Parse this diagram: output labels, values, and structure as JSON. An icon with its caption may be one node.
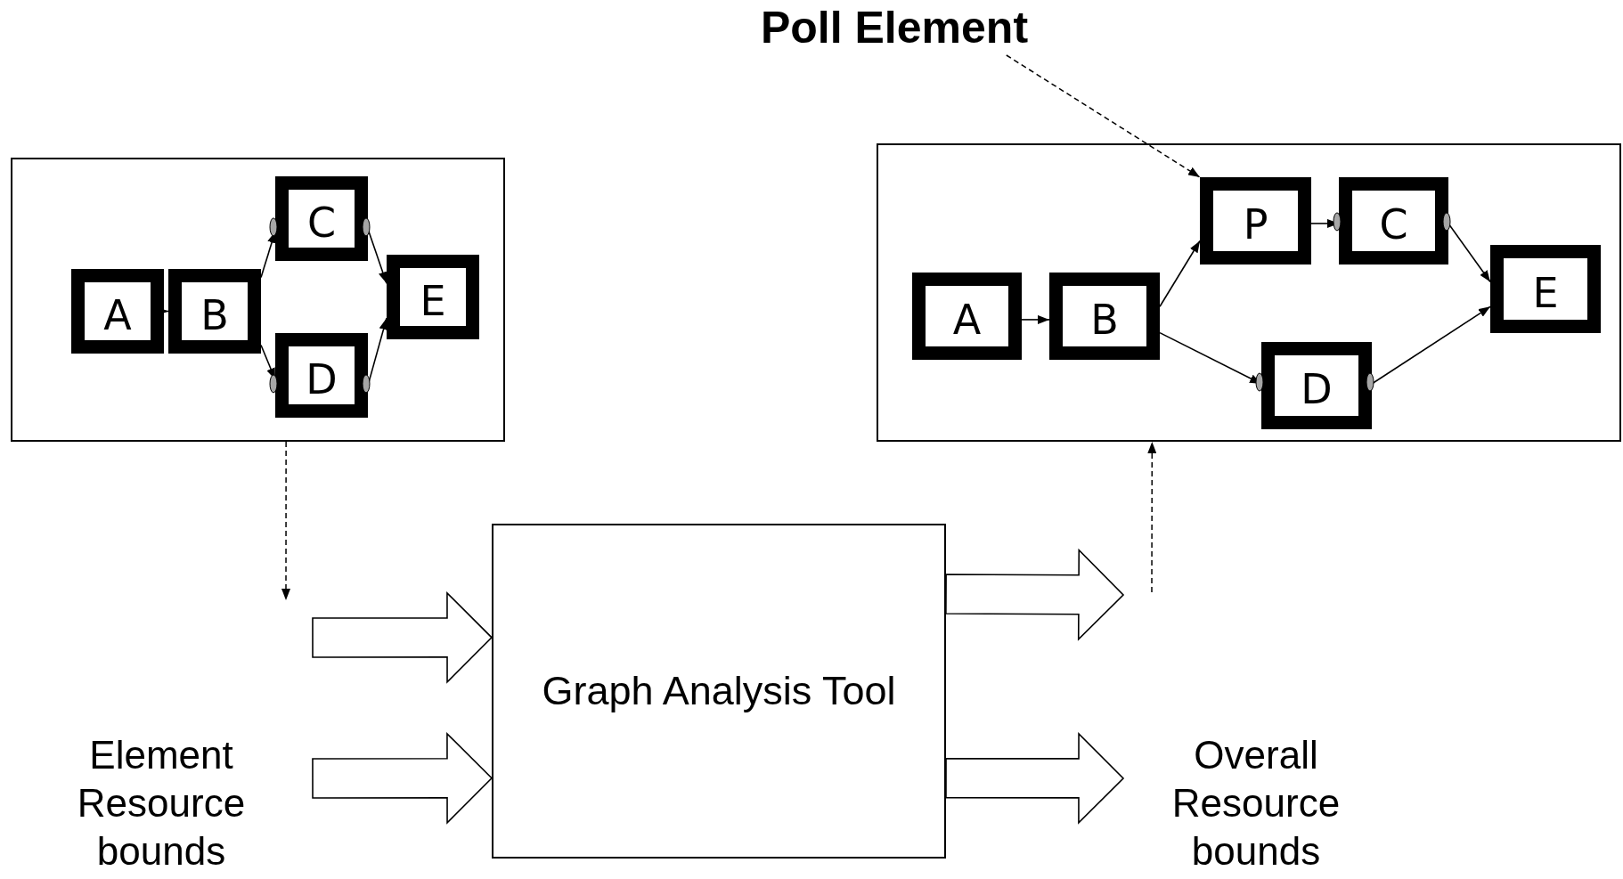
{
  "diagram": {
    "nodes": [
      {
        "text": [
          "Poll Element"
        ]
      },
      {
        "text": [],
        "shape": "box"
      },
      {
        "text": [
          "A"
        ],
        "in": 1
      },
      {
        "text": [
          "B"
        ],
        "in": 1
      },
      {
        "text": [
          "C"
        ],
        "in": 1
      },
      {
        "text": [
          "D"
        ],
        "in": 1
      },
      {
        "text": [
          "E"
        ],
        "in": 1
      },
      {
        "text": [],
        "shape": "box"
      },
      {
        "text": [
          "A"
        ],
        "in": 7
      },
      {
        "text": [
          "B"
        ],
        "in": 7
      },
      {
        "text": [
          "P"
        ],
        "in": 7
      },
      {
        "text": [
          "C"
        ],
        "in": 7
      },
      {
        "text": [
          "D"
        ],
        "in": 7
      },
      {
        "text": [
          "E"
        ],
        "in": 7
      },
      {
        "text": [
          "Graph Analysis Tool"
        ]
      },
      {
        "text": [
          "Element Resource bounds"
        ]
      },
      {
        "text": [
          "Overall Resource bounds"
        ]
      }
    ],
    "edges": [
      {
        "from": 0,
        "to": 10,
        "arrow": "to",
        "style": "dashed"
      },
      {
        "from": 2,
        "to": 3,
        "arrow": "to"
      },
      {
        "from": 3,
        "to": 4,
        "arrow": "to"
      },
      {
        "from": 3,
        "to": 5,
        "arrow": "to"
      },
      {
        "from": 4,
        "to": 6,
        "arrow": "to"
      },
      {
        "from": 5,
        "to": 6,
        "arrow": "to"
      },
      {
        "from": 8,
        "to": 9,
        "arrow": "to"
      },
      {
        "from": 9,
        "to": 10,
        "arrow": "to"
      },
      {
        "from": 10,
        "to": 11,
        "arrow": "to"
      },
      {
        "from": 9,
        "to": 12,
        "arrow": "to"
      },
      {
        "from": 11,
        "to": 13,
        "arrow": "to"
      },
      {
        "from": 12,
        "to": 13,
        "arrow": "to"
      },
      {
        "from": 1,
        "to": null,
        "arrow": "to",
        "style": "dashed"
      },
      {
        "from": null,
        "to": 7,
        "arrow": "to",
        "style": "dashed"
      },
      {
        "from": null,
        "to": 14,
        "arrow": "to",
        "style": "thick"
      },
      {
        "from": 15,
        "to": 14,
        "arrow": "to",
        "style": "thick"
      },
      {
        "from": 14,
        "to": null,
        "arrow": "to",
        "style": "thick"
      },
      {
        "from": 14,
        "to": 16,
        "arrow": "to",
        "style": "thick"
      }
    ]
  }
}
